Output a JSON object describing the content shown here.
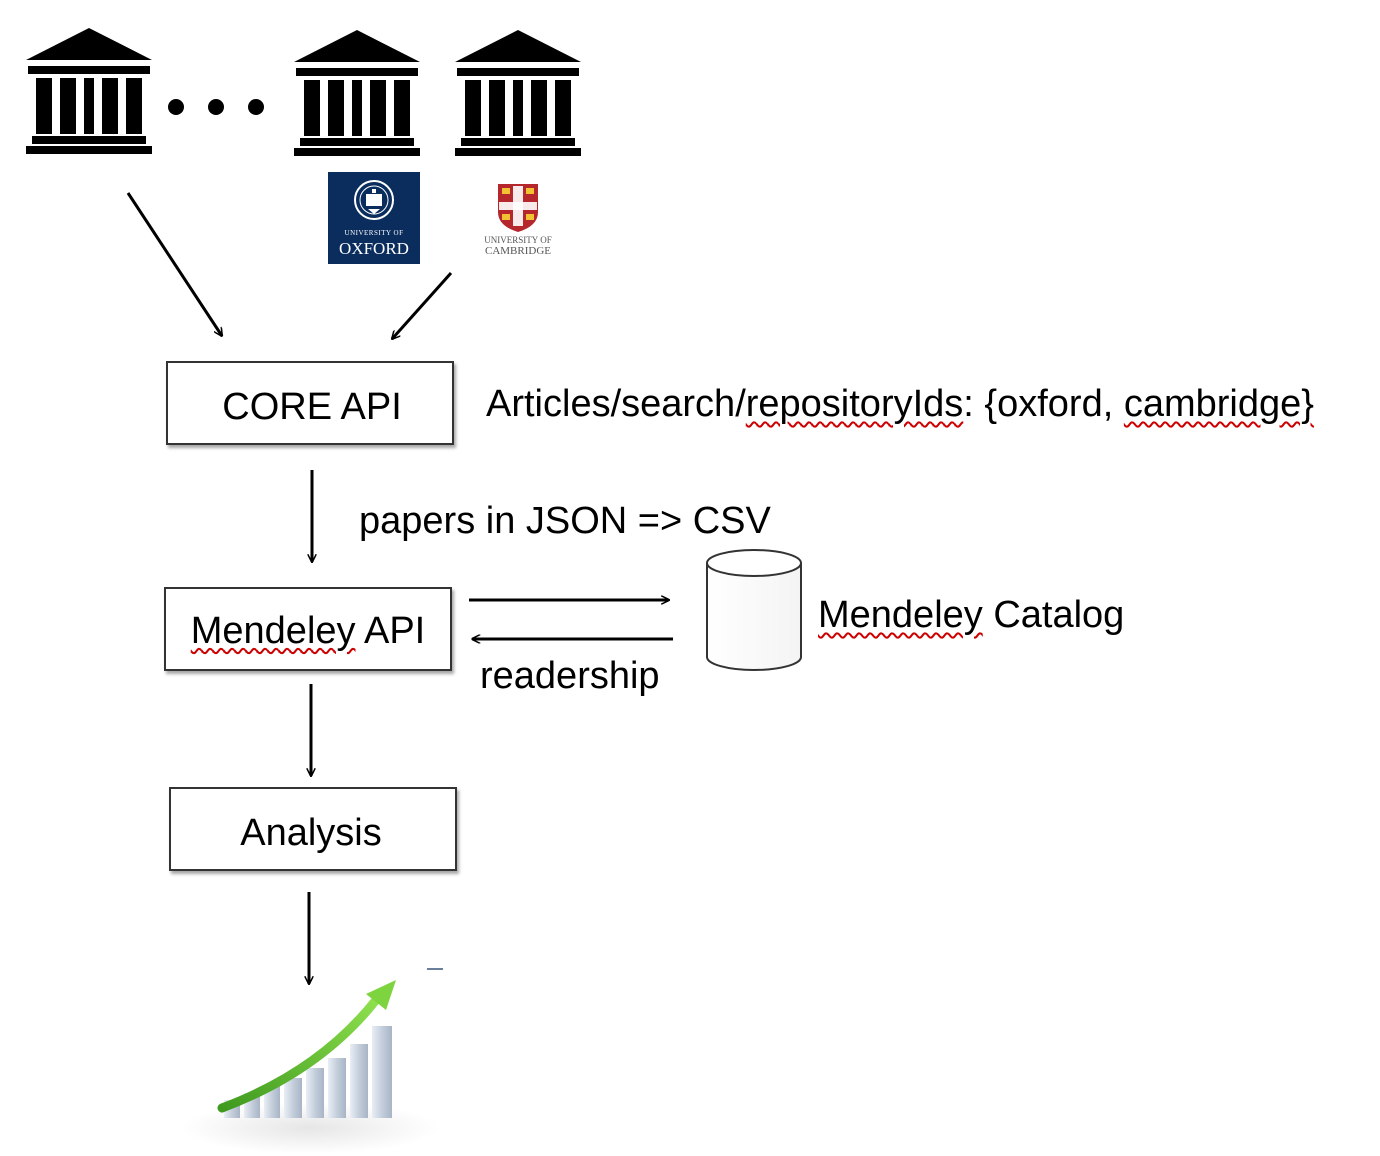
{
  "repositories": {
    "ellipsis": "...",
    "oxford_logo": {
      "line1": "UNIVERSITY OF",
      "line2": "OXFORD",
      "color": "#0a2d5e"
    },
    "cambridge_logo": {
      "line1": "UNIVERSITY OF",
      "line2": "CAMBRIDGE",
      "color": "#b5272d"
    }
  },
  "nodes": {
    "core_api": "CORE API",
    "mendeley_api": {
      "part1": "Mendeley",
      "part2": " API"
    },
    "analysis": "Analysis"
  },
  "labels": {
    "core_query": {
      "part1": "Articles/search/",
      "part2": "repositoryIds",
      "part3": ": {oxford, ",
      "part4": "cambridge}"
    },
    "papers_json_csv": "papers in JSON => CSV",
    "readership": "readership",
    "catalog": {
      "part1": "Mendeley",
      "part2": " Catalog"
    }
  },
  "colors": {
    "growth_arrow": "#5cb82e",
    "bars": "#c9d3e0",
    "spellcheck_underline": "#cc0000"
  }
}
